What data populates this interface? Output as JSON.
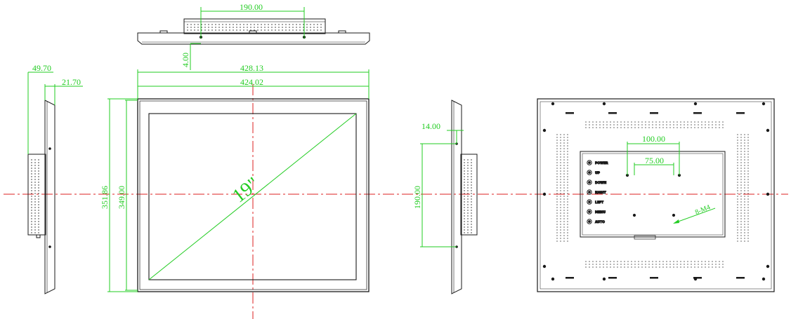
{
  "drawing": {
    "diagonal_label": "19\"",
    "dimensions": {
      "top_mount_spacing": "190.00",
      "top_offset": "4.00",
      "overall_width": "428.13",
      "bezel_width": "424.02",
      "overall_height": "351.86",
      "bezel_height": "349.00",
      "side_depth": "49.70",
      "side_front_depth": "21.70",
      "right_side_offset": "14.00",
      "right_side_mount": "190.00",
      "vesa_outer": "100.00",
      "vesa_inner": "75.00",
      "screw_callout": "8-M4"
    },
    "buttons": [
      "POWER",
      "UP",
      "DOWN",
      "RIGHT",
      "LEFT",
      "MENU",
      "AUTO"
    ]
  },
  "colors": {
    "line": "#1a1a1a",
    "dimension": "#22cc22",
    "centerline": "#dd2222"
  }
}
